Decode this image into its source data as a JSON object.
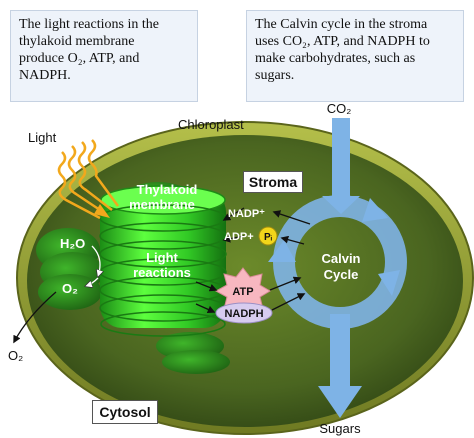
{
  "captions": {
    "left": [
      "The light reactions in the",
      "thylakoid membrane",
      "produce O₂, ATP, and",
      "NADPH."
    ],
    "right": [
      "The Calvin cycle in the stroma",
      "uses CO₂, ATP, and NADPH to",
      "make carbohydrates, such as",
      "sugars."
    ]
  },
  "labels": {
    "chloroplast": "Chloroplast",
    "light": "Light",
    "thylakoid": [
      "Thylakoid",
      "membrane"
    ],
    "light_reactions": [
      "Light",
      "reactions"
    ],
    "stroma": "Stroma",
    "calvin": [
      "Calvin",
      "Cycle"
    ],
    "cytosol": "Cytosol",
    "co2": "CO₂",
    "sugars": "Sugars",
    "h2o": "H₂O",
    "o2_inner": "O₂",
    "o2_outer": "O₂",
    "nadp_plus": "NADP⁺",
    "adp_plus": "ADP+",
    "pi": "Pᵢ",
    "atp": "ATP",
    "nadph": "NADPH"
  },
  "colors": {
    "caption_bg": "#eef3fa",
    "outer_membrane": "#7a8a2a",
    "stroma_fill": "#4f6a1f",
    "thylakoid_green": "#3ed62e",
    "thylakoid_dark": "#1f8a17",
    "cycle_blue": "#7eb3e6",
    "light_rays": "#f0a020",
    "atp_burst": "#f7b7c0",
    "nadph_fill": "#d7ccef"
  }
}
